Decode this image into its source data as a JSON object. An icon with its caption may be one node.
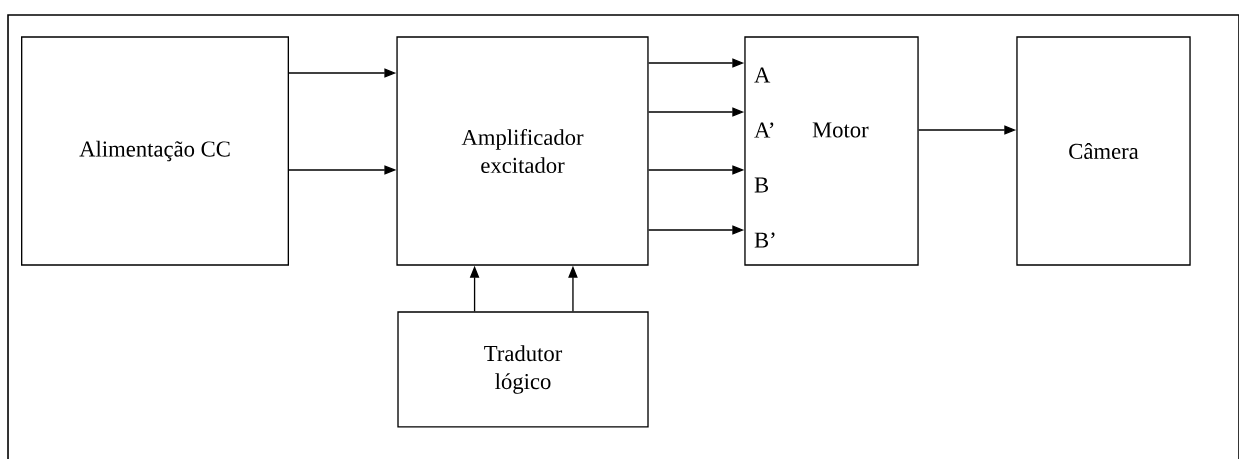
{
  "diagram": {
    "nodes": [
      {
        "text": [
          "Alimentação CC"
        ]
      },
      {
        "text": [
          "Amplificador excitador"
        ]
      },
      {
        "text": [
          "A",
          "A’",
          "Motor",
          "B",
          "B’"
        ]
      },
      {
        "text": [
          "Câmera"
        ]
      },
      {
        "text": [
          "Tradutor lógico"
        ]
      }
    ],
    "edges": [
      {
        "from": 0,
        "to": 1,
        "arrow": "to"
      },
      {
        "from": 0,
        "to": 1,
        "arrow": "to"
      },
      {
        "from": 1,
        "to": 2,
        "arrow": "to"
      },
      {
        "from": 1,
        "to": 2,
        "arrow": "to"
      },
      {
        "from": 1,
        "to": 2,
        "arrow": "to"
      },
      {
        "from": 1,
        "to": 2,
        "arrow": "to"
      },
      {
        "from": 2,
        "to": 3,
        "arrow": "to"
      },
      {
        "from": 4,
        "to": 1,
        "arrow": "to"
      },
      {
        "from": 4,
        "to": 1,
        "arrow": "to"
      }
    ]
  }
}
